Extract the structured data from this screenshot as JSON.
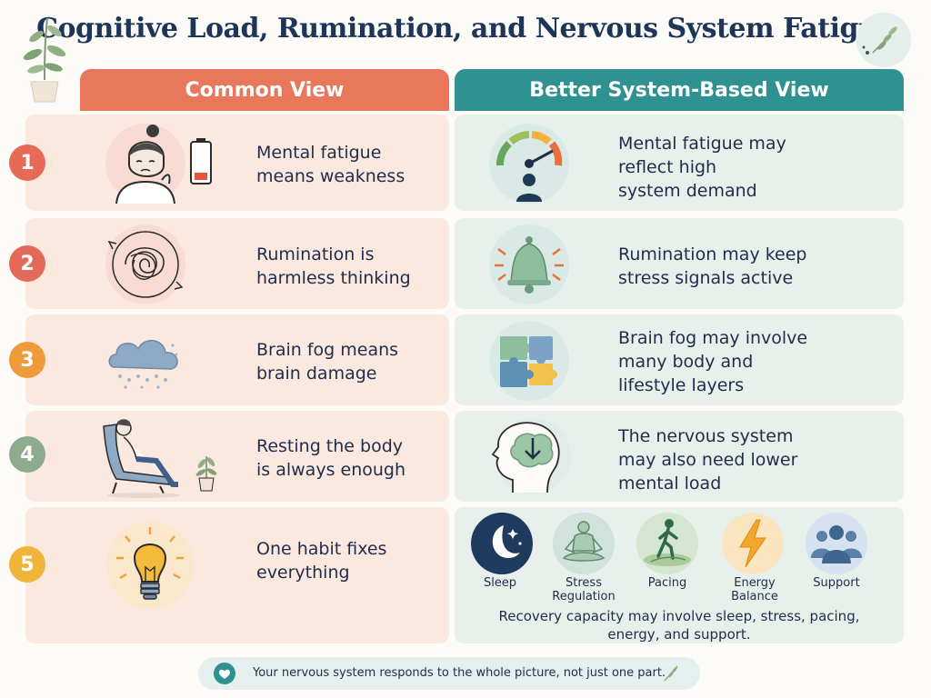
{
  "title": "Cognitive Load, Rumination, and Nervous System Fatigue",
  "headers": {
    "common": "Common View",
    "better": "Better System-Based View"
  },
  "rows": [
    {
      "num": "1",
      "common": "Mental fatigue\nmeans weakness",
      "better": "Mental fatigue may\nreflect high\nsystem demand"
    },
    {
      "num": "2",
      "common": "Rumination is\nharmless thinking",
      "better": "Rumination may keep\nstress signals active"
    },
    {
      "num": "3",
      "common": "Brain fog means\nbrain damage",
      "better": "Brain fog may involve\nmany body and\nlifestyle layers"
    },
    {
      "num": "4",
      "common": "Resting the body\nis always enough",
      "better": "The nervous system\nmay also need lower\nmental load"
    },
    {
      "num": "5",
      "common": "One habit fixes\neverything",
      "better": ""
    }
  ],
  "recovery_factors": [
    {
      "label": "Sleep",
      "icon": "moon-icon"
    },
    {
      "label": "Stress\nRegulation",
      "icon": "meditation-icon"
    },
    {
      "label": "Pacing",
      "icon": "walking-icon"
    },
    {
      "label": "Energy\nBalance",
      "icon": "lightning-icon"
    },
    {
      "label": "Support",
      "icon": "group-icon"
    }
  ],
  "recovery_text": "Recovery capacity may involve sleep, stress, pacing, energy, and support.",
  "footer": "Your nervous system responds to the whole picture, not just one part.",
  "colors": {
    "num1": "#e66a55",
    "num2": "#e36a58",
    "num3": "#ef9a3b",
    "num4": "#8eab8e",
    "num5": "#f1b43a",
    "common_header": "#e9775b",
    "better_header": "#2f9190"
  }
}
